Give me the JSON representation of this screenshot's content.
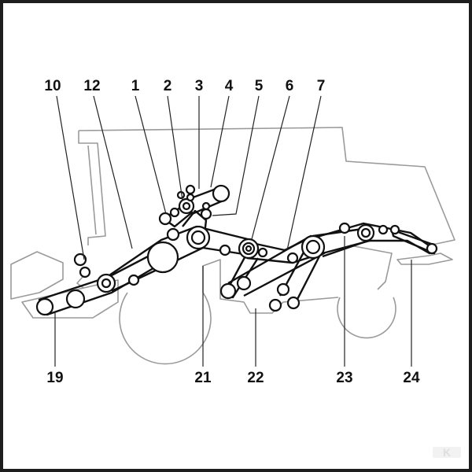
{
  "diagram": {
    "labels_top": [
      "10",
      "12",
      "1",
      "2",
      "3",
      "4",
      "5",
      "6",
      "7"
    ],
    "labels_bottom": [
      "19",
      "21",
      "22",
      "23",
      "24"
    ]
  },
  "brand": {
    "logo": "K"
  },
  "colors": {
    "line": "#111111",
    "outline": "#9a9a9a",
    "frame": "#1e1e1e",
    "logo": "#dedede"
  }
}
